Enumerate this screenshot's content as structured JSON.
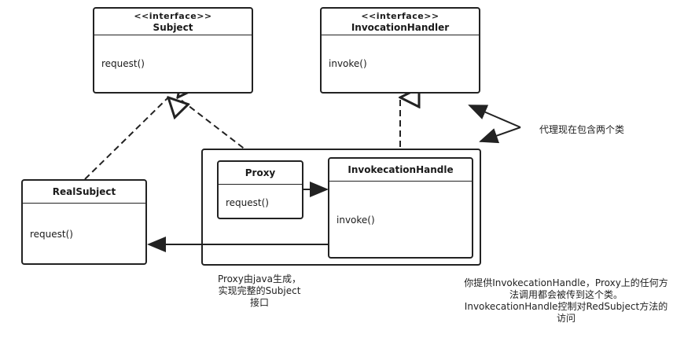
{
  "subject": {
    "stereotype": "<<interface>>",
    "name": "Subject",
    "method": "request()"
  },
  "handler_interface": {
    "stereotype": "<<interface>>",
    "name": "InvocationHandler",
    "method": "invoke()"
  },
  "real_subject": {
    "name": "RealSubject",
    "method": "request()"
  },
  "proxy": {
    "name": "Proxy",
    "method": "request()"
  },
  "invoke_handle": {
    "name": "InvokecationHandle",
    "method": "invoke()"
  },
  "notes": {
    "contains_two": "代理现在包含两个类",
    "proxy_generated": [
      "Proxy由java生成，",
      "实现完整的Subject",
      "接口"
    ],
    "handler_note": [
      "你提供InvokecationHandle，Proxy上的任何方",
      "法调用都会被传到这个类。",
      "InvokecationHandle控制对RedSubject方法的",
      "访问"
    ]
  }
}
